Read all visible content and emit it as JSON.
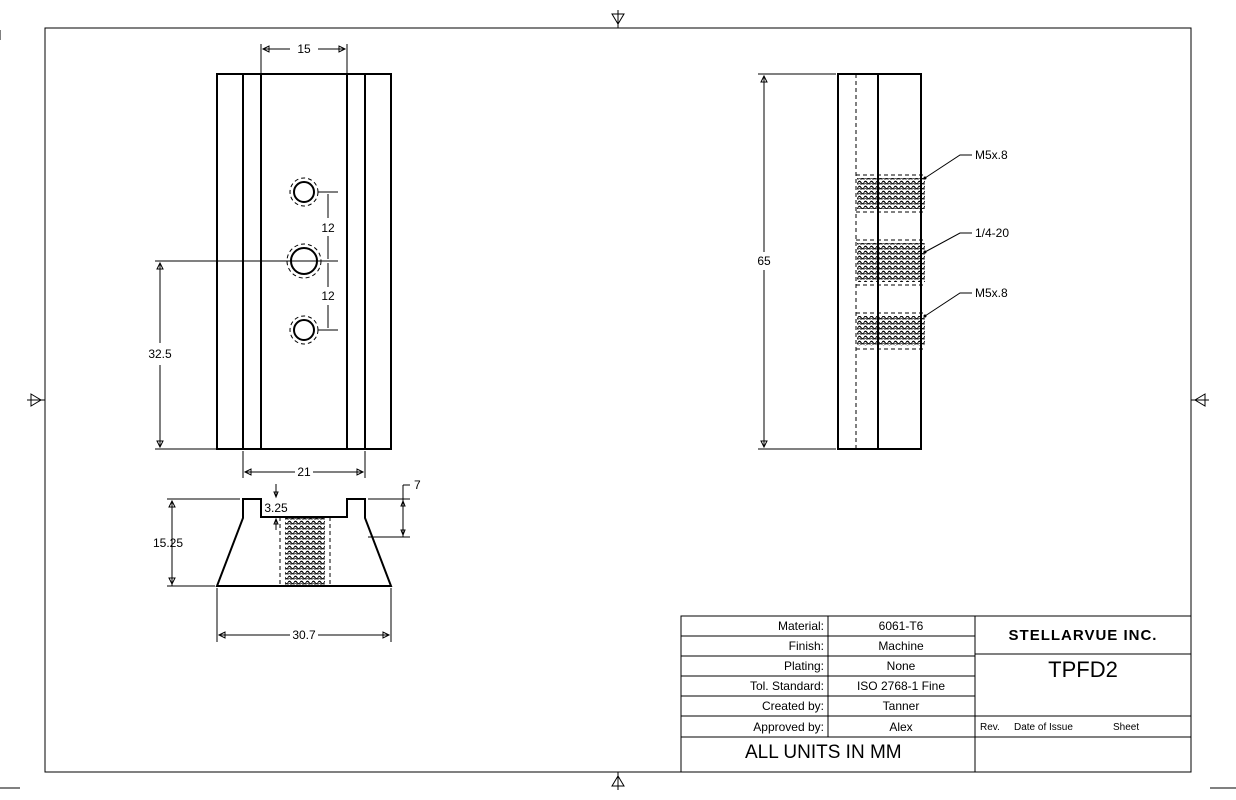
{
  "front_view": {
    "dim_width_top": "15",
    "dim_hole_spacing_1": "12",
    "dim_hole_spacing_2": "12",
    "dim_height_center": "32.5",
    "dim_width_slot": "21"
  },
  "end_view": {
    "dim_depth": "3.25",
    "dim_height": "15.25",
    "dim_base_width": "30.7",
    "dim_rail": "7"
  },
  "side_view": {
    "dim_length": "65",
    "thread_top": "M5x.8",
    "thread_middle": "1/4-20",
    "thread_bottom": "M5x.8"
  },
  "title_block": {
    "rows": [
      {
        "label": "Material:",
        "value": "6061-T6"
      },
      {
        "label": "Finish:",
        "value": "Machine"
      },
      {
        "label": "Plating:",
        "value": "None"
      },
      {
        "label": "Tol. Standard:",
        "value": "ISO 2768-1 Fine"
      },
      {
        "label": "Created by:",
        "value": "Tanner"
      },
      {
        "label": "Approved by:",
        "value": "Alex"
      }
    ],
    "units_note": "ALL UNITS IN MM",
    "company": "STELLARVUE INC.",
    "part_number": "TPFD2",
    "rev_label": "Rev.",
    "date_label": "Date of Issue",
    "sheet_label": "Sheet"
  }
}
